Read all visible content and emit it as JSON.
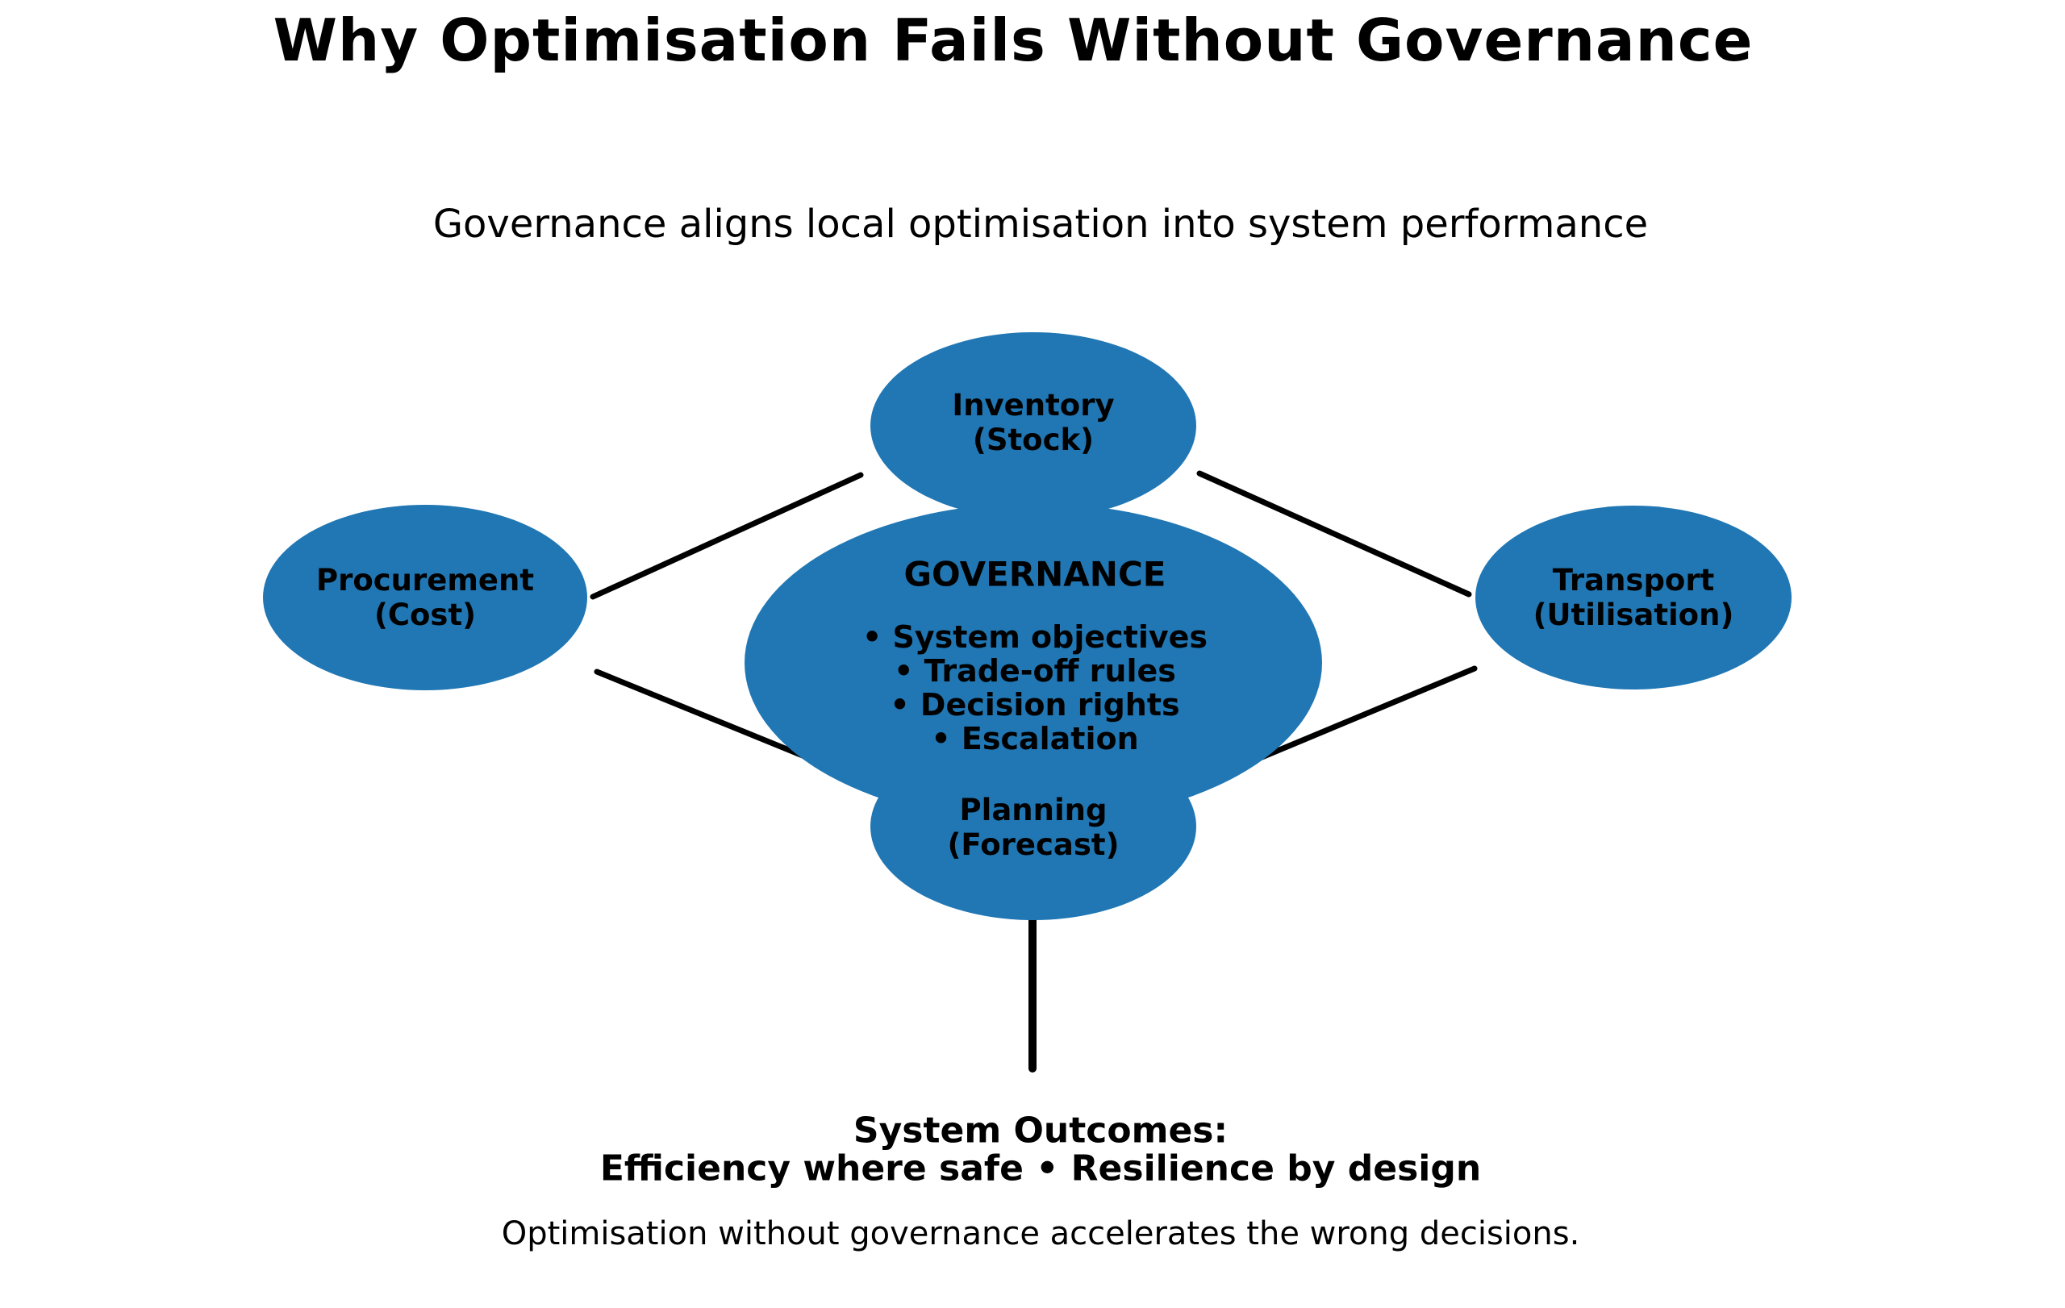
{
  "title": "Why Optimisation Fails Without Governance",
  "subtitle": "Governance aligns local optimisation into system performance",
  "colors": {
    "node_fill": "#2077b4",
    "line": "#000000",
    "text": "#000000",
    "background": "#ffffff"
  },
  "nodes": {
    "inventory": {
      "line1": "Inventory",
      "line2": "(Stock)"
    },
    "procurement": {
      "line1": "Procurement",
      "line2": "(Cost)"
    },
    "transport": {
      "line1": "Transport",
      "line2": "(Utilisation)"
    },
    "planning": {
      "line1": "Planning",
      "line2": "(Forecast)"
    },
    "governance": {
      "title": "GOVERNANCE",
      "bullets": [
        "• System objectives",
        "• Trade-off rules",
        "• Decision rights",
        "• Escalation"
      ]
    }
  },
  "outcomes": {
    "heading": "System Outcomes:",
    "subheading": "Efficiency where safe • Resilience by design",
    "caption": "Optimisation without governance accelerates the wrong decisions."
  }
}
